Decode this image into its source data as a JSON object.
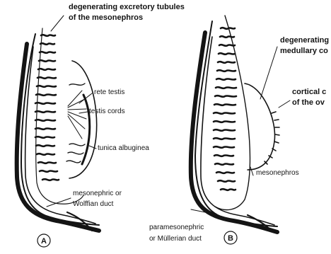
{
  "panel_a": {
    "panel_label": "A",
    "labels": {
      "tubules_line1": "degenerating excretory tubules",
      "tubules_line2": "of the mesonephros",
      "rete_testis": "rete testis",
      "testis_cords": "testis cords",
      "tunica_albuginea": "tunica albuginea",
      "duct_line1": "mesonephric or",
      "duct_line2": "Wolffian duct"
    }
  },
  "panel_b": {
    "panel_label": "B",
    "labels": {
      "medullary_line1": "degenerating",
      "medullary_line2": "medullary co",
      "cortical_line1": "cortical c",
      "cortical_line2": "of the ov",
      "mesonephros": "mesonephros",
      "duct_line1": "paramesonephric",
      "duct_line2": "or Müllerian duct"
    }
  },
  "colors": {
    "ink": "#141414",
    "background": "#ffffff"
  }
}
